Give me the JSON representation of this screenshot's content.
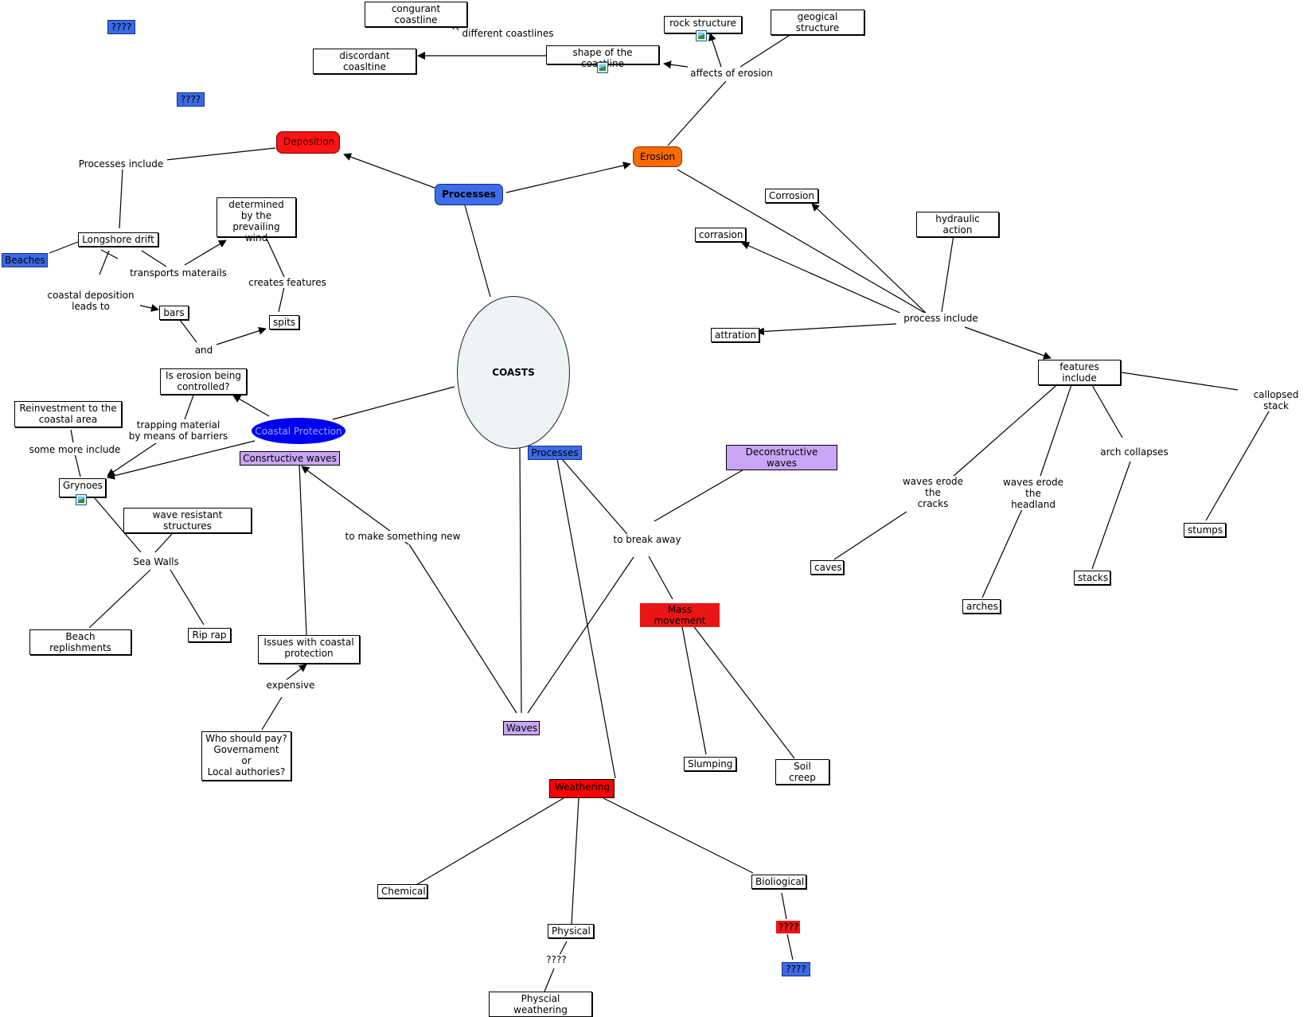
{
  "title": "COASTS",
  "nodes": {
    "coasts": "COASTS",
    "processes_main": "Processes",
    "deposition": "Deposition",
    "erosion": "Erosion",
    "processes_include": "Processes include",
    "longshore_drift": "Longshore drift",
    "beaches": "Beaches",
    "transports_materials": "transports materails",
    "determined_by_wind": "determined\nby the\nprevailing wind",
    "creates_features": "creates features",
    "coastal_deposition": "coastal deposition\nleads to",
    "bars": "bars",
    "and": "and",
    "spits": "spits",
    "congurant_coastline": "congurant coastline",
    "different_coastlines": "different coastlines",
    "discordant_coastline": "discordant coasltine",
    "shape_of_coastline": "shape of the coastline",
    "rock_structure": "rock structure",
    "geological_structure": "geogical structure",
    "affects_of_erosion": "affects of erosion",
    "qmark_1": "????",
    "qmark_2": "????",
    "corrosion": "Corrosion",
    "hydraulic_action": "hydraulic action",
    "corrasion": "corrasion",
    "attration": "attration",
    "process_include": "process include",
    "features_include": "features include",
    "collapsed_stack": "callopsed stack",
    "arch_collapses": "arch collapses",
    "waves_erode_cracks": "waves erode\nthe\ncracks",
    "waves_erode_headland": "waves erode\nthe\nheadland",
    "caves": "caves",
    "arches": "arches",
    "stacks": "stacks",
    "stumps": "stumps",
    "is_erosion_controlled": "Is erosion being\ncontrolled?",
    "reinvestment": "Reinvestment to the\ncoastal area",
    "trapping_material": "trapping material\nby means of barriers",
    "coastal_protection": "Coastal Protection",
    "some_more_include": "some more include",
    "grynoes": "Grynoes",
    "constructive_waves": "Consrtuctive waves",
    "wave_resistant_structures": "wave resistant structures",
    "sea_walls": "Sea Walls",
    "beach_replishments": "Beach replishments",
    "rip_rap": "Rip rap",
    "issues_with_protection": "Issues with coastal\nprotection",
    "expensive": "expensive",
    "who_should_pay": "Who should pay?\nGovernament\nor\nLocal authories?",
    "to_make_something_new": "to make something new",
    "processes_sub": "Processes",
    "deconstructive_waves": "Deconstructive waves",
    "to_break_away": "to break away",
    "mass_movement": "Mass movement",
    "waves": "Waves",
    "slumping": "Slumping",
    "soil_creep": "Soil creep",
    "weathering": "Weathering",
    "chemical": "Chemical",
    "physical": "Physical",
    "biological": "Bioliogical",
    "qmark_3": "????",
    "qmark_4": "????",
    "qmark_5": "????",
    "physical_weathering": "Physcial weathering"
  },
  "colors": {
    "blue_label": "#3b6ae6",
    "purple_label": "#c9a6f5",
    "red_label": "#ea1515",
    "orange": "#ff6a00",
    "coasts_fill": "#eef4f6",
    "coastal_protection_fill": "#0000f0"
  }
}
